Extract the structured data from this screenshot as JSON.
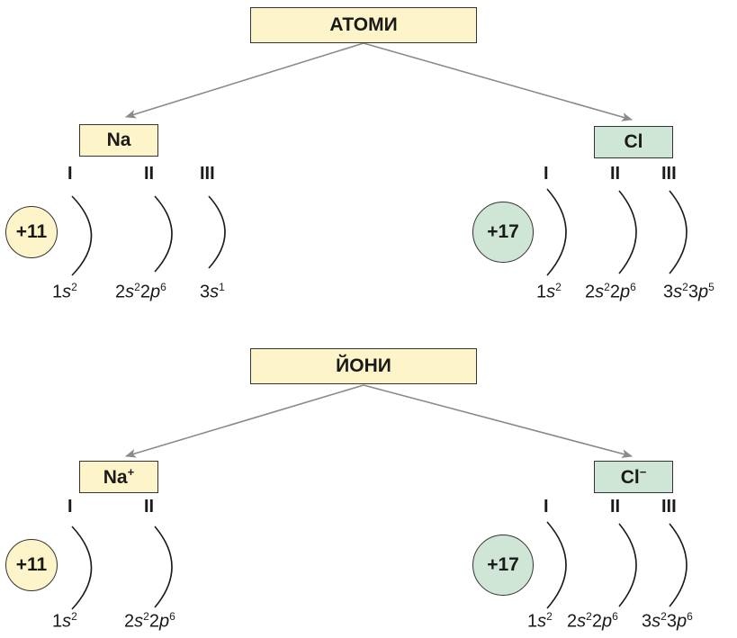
{
  "sections": {
    "atoms": {
      "title": "АТОМИ",
      "left": {
        "label": "Na",
        "charge": "+11",
        "shells": [
          "I",
          "II",
          "III"
        ],
        "configs": [
          [
            "1",
            "s",
            "2"
          ],
          [
            "2",
            "s",
            "2",
            "2",
            "p",
            "6"
          ],
          [
            "3",
            "s",
            "1"
          ]
        ]
      },
      "right": {
        "label": "Cl",
        "charge": "+17",
        "shells": [
          "I",
          "II",
          "III"
        ],
        "configs": [
          [
            "1",
            "s",
            "2"
          ],
          [
            "2",
            "s",
            "2",
            "2",
            "p",
            "6"
          ],
          [
            "3",
            "s",
            "2",
            "3",
            "p",
            "5"
          ]
        ]
      }
    },
    "ions": {
      "title": "ЙОНИ",
      "left": {
        "label": "Na",
        "label_sup": "+",
        "charge": "+11",
        "shells": [
          "I",
          "II"
        ],
        "configs": [
          [
            "1",
            "s",
            "2"
          ],
          [
            "2",
            "s",
            "2",
            "2",
            "p",
            "6"
          ]
        ]
      },
      "right": {
        "label": "Cl",
        "label_sup": "−",
        "charge": "+17",
        "shells": [
          "I",
          "II",
          "III"
        ],
        "configs": [
          [
            "1",
            "s",
            "2"
          ],
          [
            "2",
            "s",
            "2",
            "2",
            "p",
            "6"
          ],
          [
            "3",
            "s",
            "2",
            "3",
            "p",
            "6"
          ]
        ]
      }
    }
  },
  "colors": {
    "yellow": "#fdf5c9",
    "green": "#cfe5d6",
    "arrow": "#8a8a8a"
  }
}
